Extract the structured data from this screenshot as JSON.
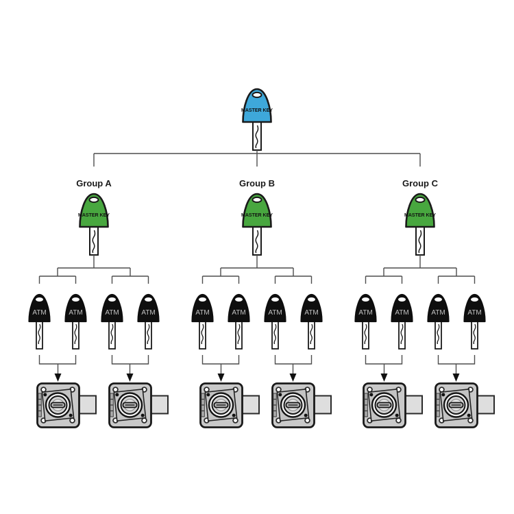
{
  "diagram": {
    "master_key": {
      "label": "MASTER KEY",
      "color": "#3EA8DA"
    },
    "groups": [
      {
        "label": "Group A",
        "master_key_label": "MASTER KEY",
        "key_color": "#48A73F",
        "atm_keys": [
          "ATM",
          "ATM",
          "ATM",
          "ATM"
        ],
        "lock_count": 2
      },
      {
        "label": "Group B",
        "master_key_label": "MASTER KEY",
        "key_color": "#48A73F",
        "atm_keys": [
          "ATM",
          "ATM",
          "ATM",
          "ATM"
        ],
        "lock_count": 2
      },
      {
        "label": "Group C",
        "master_key_label": "MASTER KEY",
        "key_color": "#48A73F",
        "atm_keys": [
          "ATM",
          "ATM",
          "ATM",
          "ATM"
        ],
        "lock_count": 2
      }
    ],
    "colors": {
      "background": "#ffffff",
      "master_key_blue": "#3EA8DA",
      "group_key_green": "#48A73F",
      "atm_key_black": "#0f0f0f",
      "atm_text_gray": "#c4c4c4",
      "connector_line": "#4d4d4d",
      "outline_black": "#1a1a1a",
      "lock_body_gray": "#c9c9c9",
      "lock_latch_gray": "#dedede"
    }
  }
}
